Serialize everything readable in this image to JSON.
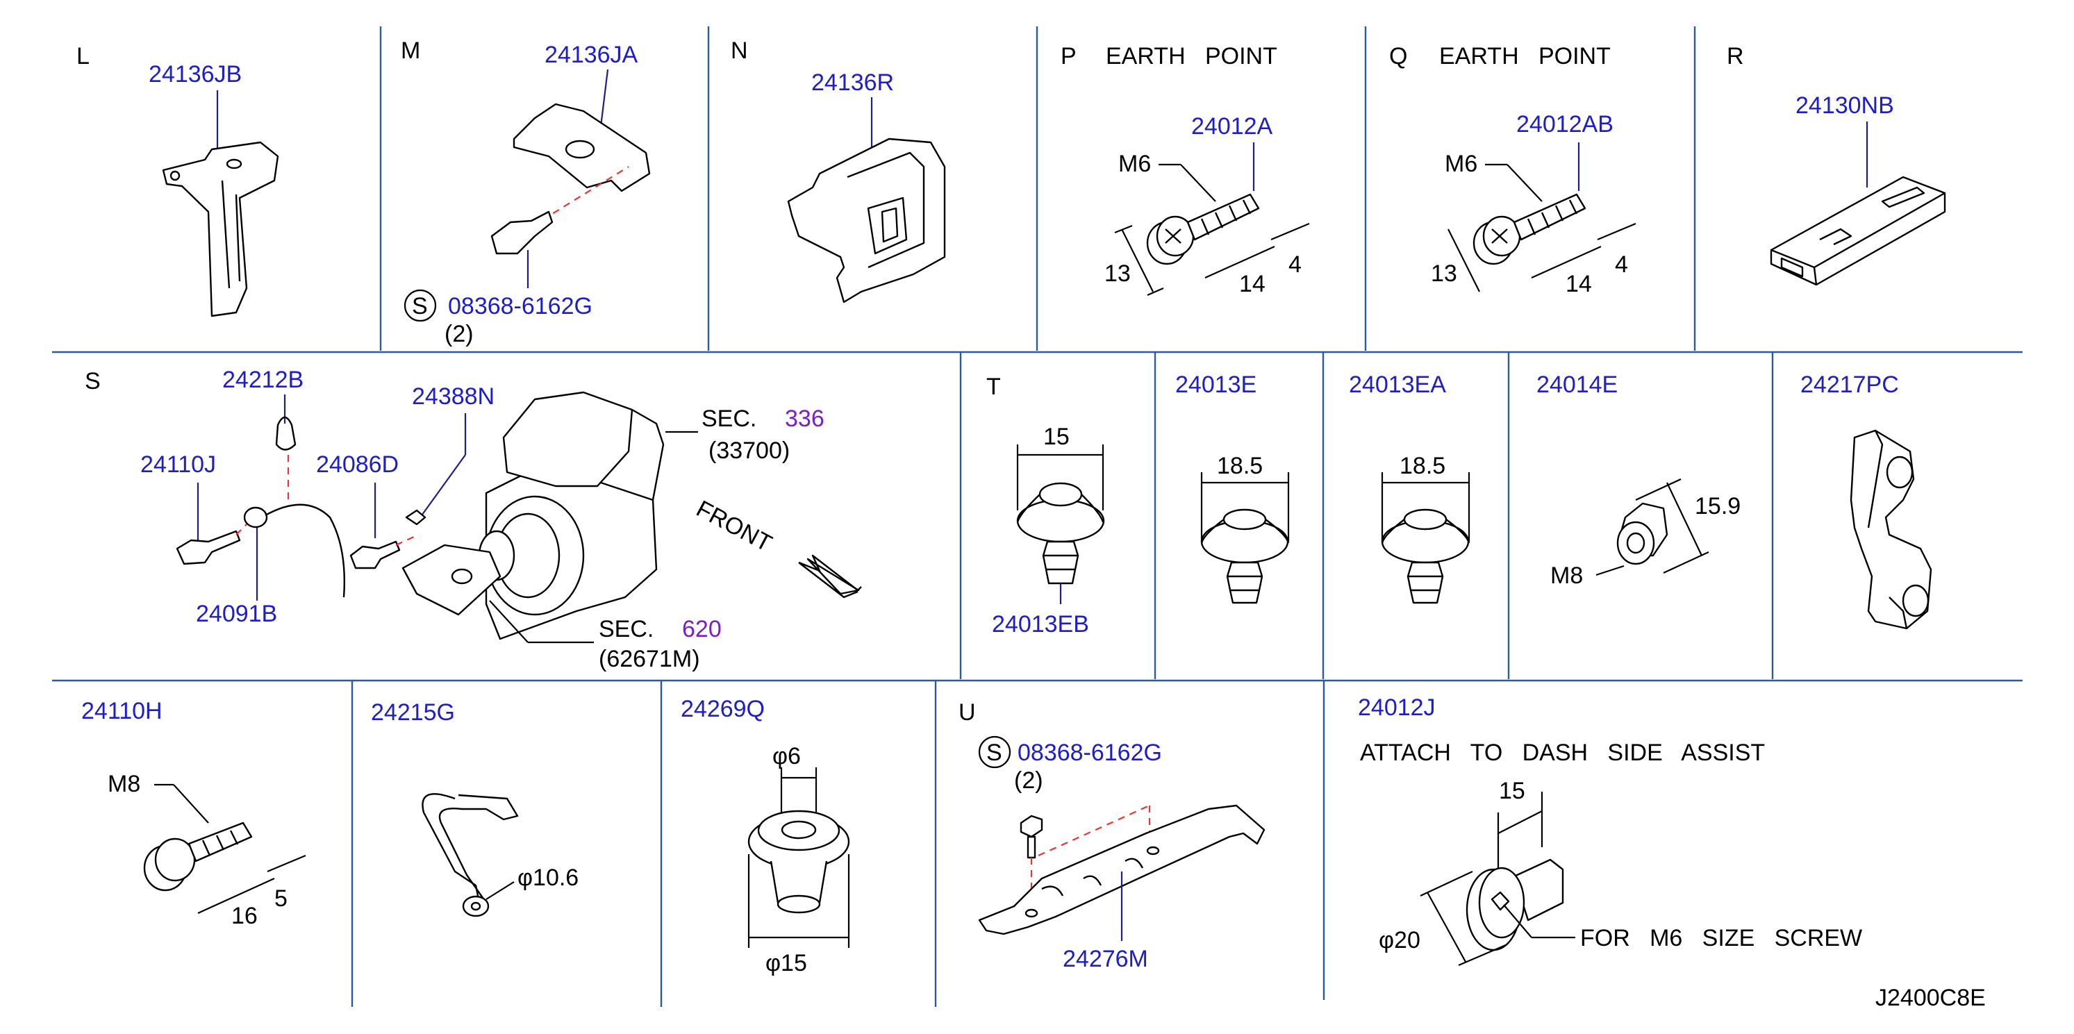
{
  "colors": {
    "part_number": "#1d1dcc",
    "section_ref": "#7a1fc4",
    "grid_line": "#2a5aa6",
    "centerline": "#e33333"
  },
  "panels": {
    "L": {
      "letter": "L",
      "part": "24136JB"
    },
    "M": {
      "letter": "M",
      "part": "24136JA",
      "s_symbol": "S",
      "bolt": "08368-6162G",
      "qty": "(2)"
    },
    "N": {
      "letter": "N",
      "part": "24136R"
    },
    "P": {
      "letter": "P",
      "title": "EARTH   POINT",
      "part": "24012A",
      "thread": "M6",
      "dim_a": "13",
      "dim_b": "14",
      "dim_c": "4"
    },
    "Q": {
      "letter": "Q",
      "title": "EARTH   POINT",
      "part": "24012AB",
      "thread": "M6",
      "dim_a": "13",
      "dim_b": "14",
      "dim_c": "4"
    },
    "R": {
      "letter": "R",
      "part": "24130NB"
    },
    "S": {
      "letter": "S",
      "part_clip": "24212B",
      "part_bolt": "24110J",
      "part_bracket_bolt": "24086D",
      "part_connector": "24388N",
      "part_band": "24091B",
      "sec_top_label": "SEC.",
      "sec_top_num": "336",
      "sec_top_ref": "(33700)",
      "front_label": "FRONT",
      "sec_bot_label": "SEC.",
      "sec_bot_num": "620",
      "sec_bot_ref": "(62671M)"
    },
    "T": {
      "letter": "T",
      "part": "24013EB",
      "dim": "15"
    },
    "E": {
      "part": "24013E",
      "dim": "18.5"
    },
    "EA": {
      "part": "24013EA",
      "dim": "18.5"
    },
    "F": {
      "part": "24014E",
      "dim": "15.9",
      "thread": "M8"
    },
    "PC": {
      "part": "24217PC"
    },
    "H": {
      "part": "24110H",
      "thread": "M8",
      "dim_a": "16",
      "dim_b": "5"
    },
    "G": {
      "part": "24215G",
      "dim": "φ10.6"
    },
    "Qg": {
      "part": "24269Q",
      "dim_top": "φ6",
      "dim_bot": "φ15"
    },
    "U": {
      "letter": "U",
      "s_symbol": "S",
      "bolt": "08368-6162G",
      "qty": "(2)",
      "part": "24276M"
    },
    "J": {
      "part": "24012J",
      "note": "ATTACH   TO   DASH   SIDE   ASSIST",
      "dim_top": "15",
      "dim_dia": "φ20",
      "callout": "FOR   M6   SIZE   SCREW"
    }
  },
  "drawing_code": "J2400C8E"
}
